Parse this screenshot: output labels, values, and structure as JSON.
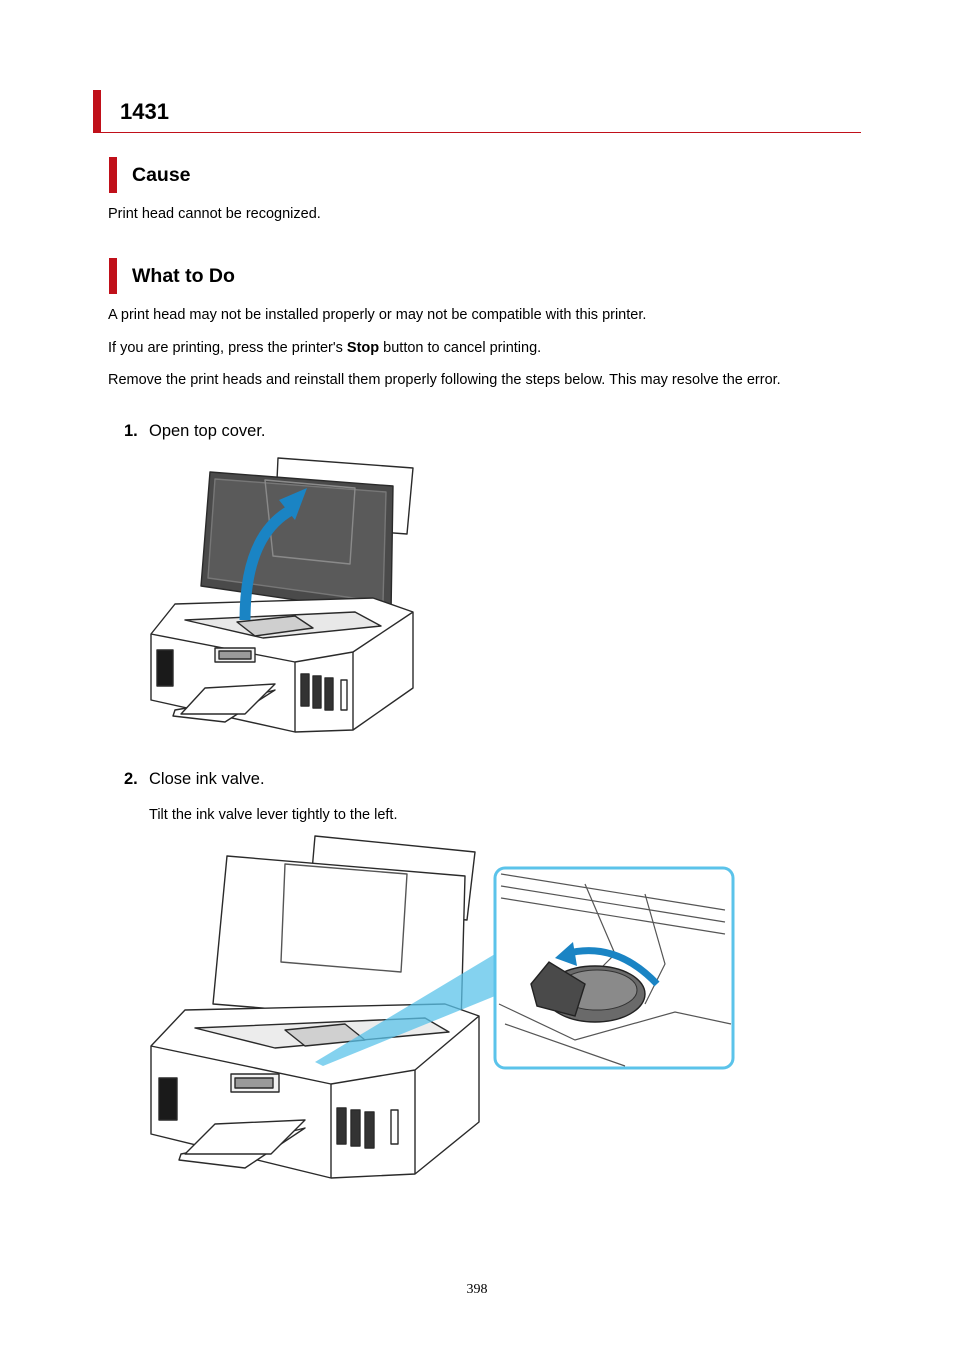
{
  "title": "1431",
  "sections": {
    "cause": {
      "heading": "Cause",
      "text": "Print head cannot be recognized."
    },
    "what_to_do": {
      "heading": "What to Do",
      "p1": "A print head may not be installed properly or may not be compatible with this printer.",
      "p2_before": "If you are printing, press the printer's ",
      "p2_bold": "Stop",
      "p2_after": " button to cancel printing.",
      "p3": "Remove the print heads and reinstall them properly following the steps below. This may resolve the error."
    }
  },
  "steps": [
    {
      "number": "1.",
      "text": "Open top cover."
    },
    {
      "number": "2.",
      "text": "Close ink valve.",
      "note": "Tilt the ink valve lever tightly to the left."
    }
  ],
  "colors": {
    "heading_bar": "#c0101a",
    "arrow": "#1a84c4",
    "callout": "#5bc3ea"
  },
  "page_number": "398"
}
